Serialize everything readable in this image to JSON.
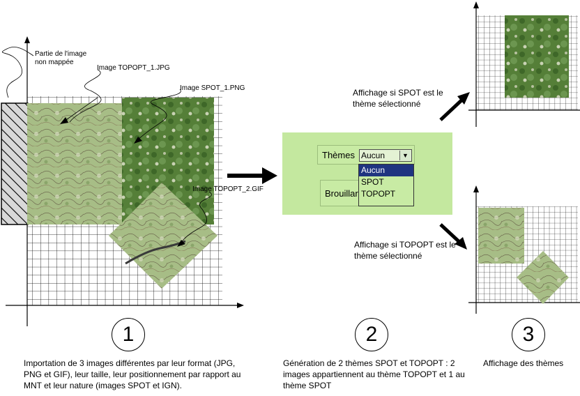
{
  "labels": {
    "unmapped": "Partie de l'image non mappée",
    "topopt1": "Image TOPOPT_1.JPG",
    "spot1": "Image SPOT_1.PNG",
    "topopt2": "Image TOPOPT_2.GIF",
    "display_spot": "Affichage si SPOT est le thème sélectionné",
    "display_topopt": "Affichage si TOPOPT est le thème sélectionné"
  },
  "steps": [
    {
      "number": "1",
      "caption": "Importation de 3 images différentes par leur format (JPG, PNG et GIF), leur taille,  leur positionnement par rapport au MNT et leur nature (images SPOT et IGN)."
    },
    {
      "number": "2",
      "caption": "Génération de 2 thèmes SPOT et TOPOPT : 2 images appartiennent au thème TOPOPT et 1 au thème SPOT"
    },
    {
      "number": "3",
      "caption": "Affichage des thèmes"
    }
  ],
  "ui": {
    "themes_label": "Thèmes",
    "selected": "Aucun",
    "options": [
      "Aucun",
      "SPOT",
      "TOPOPT"
    ],
    "second_group_label": "Brouillar"
  },
  "colors": {
    "panel": "#c4e89f",
    "selection": "#1f3480",
    "topo": "#9cb77d",
    "spot": "#4f7a33"
  }
}
